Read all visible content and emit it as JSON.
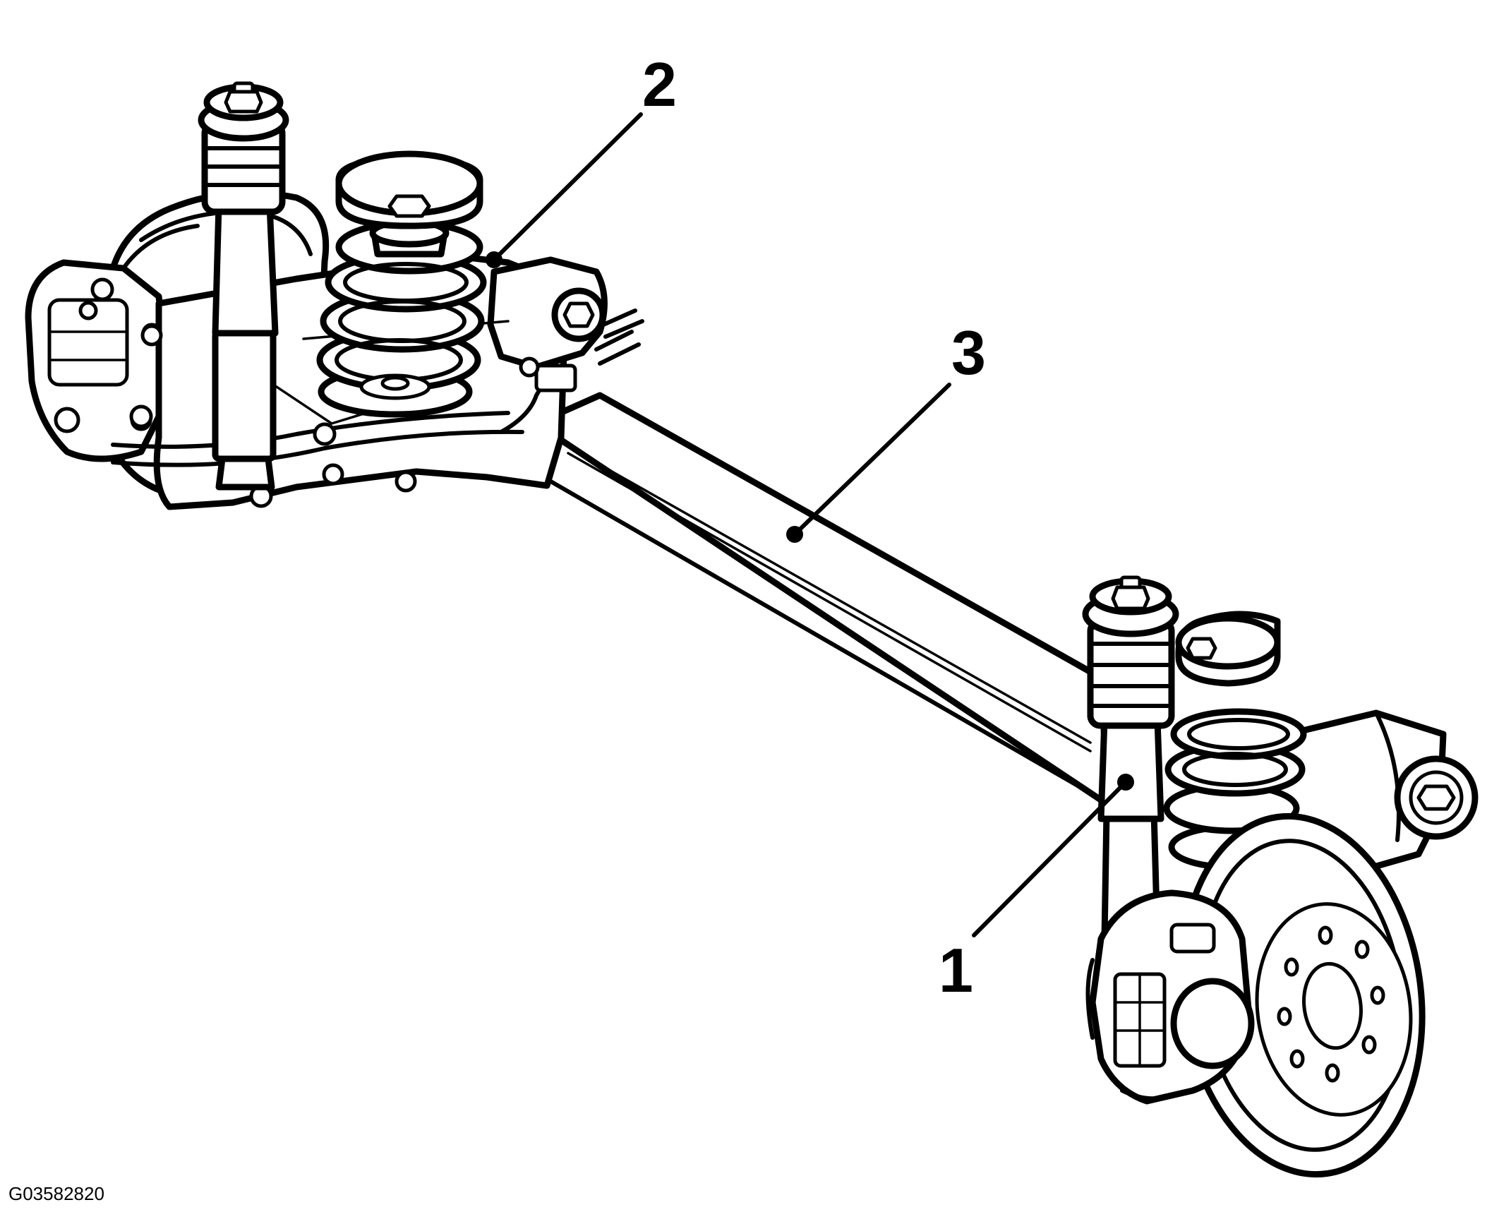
{
  "figure_code": "G03582820",
  "callouts": [
    {
      "number": "1",
      "target": "shock-absorber-right"
    },
    {
      "number": "2",
      "target": "trailing-arm-left"
    },
    {
      "number": "3",
      "target": "rear-axle-beam"
    }
  ],
  "colors": {
    "ink": "#000000",
    "paper": "#ffffff"
  }
}
